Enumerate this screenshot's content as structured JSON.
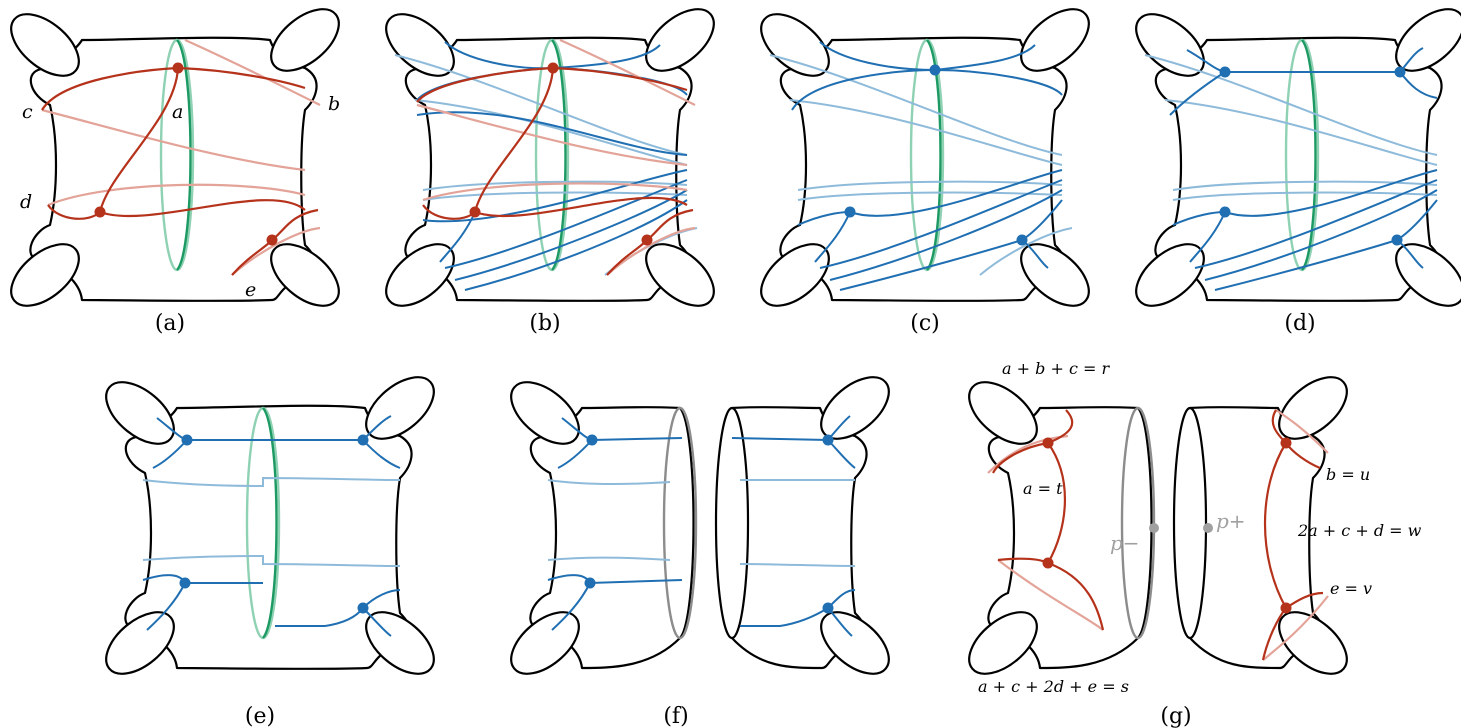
{
  "captions": [
    "(a)",
    "(b)",
    "(c)",
    "(d)",
    "(e)",
    "(f)",
    "(g)"
  ],
  "labels_a": {
    "a": "a",
    "b": "b",
    "c": "c",
    "d": "d",
    "e": "e"
  },
  "labels_g": {
    "top": "a + b + c = r",
    "bottom": "a + c + 2d + e = s",
    "t": "a = t",
    "u": "b = u",
    "w": "2a + c + d = w",
    "v": "e = v",
    "p_minus": "p−",
    "p_plus": "p+"
  },
  "colors": {
    "curve_red": "#b5321b",
    "curve_red_light": "#e3a398",
    "curve_blue": "#1f6fb2",
    "curve_blue_light": "#8fbbdb",
    "cut_green": "#1d9a63",
    "cut_grey": "#8c8c8c"
  }
}
